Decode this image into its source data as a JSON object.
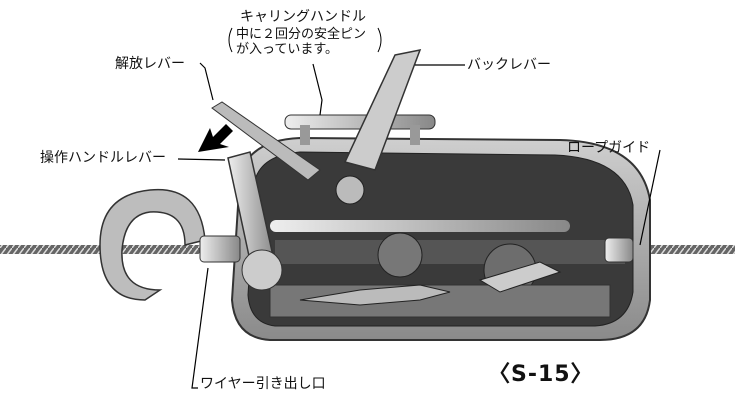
{
  "labels": {
    "carrying_handle": "キャリングハンドル",
    "carrying_handle_note_1": "中に２回分の安全ピン",
    "carrying_handle_note_2": "が入っています。",
    "release_lever": "解放レバー",
    "back_lever": "バックレバー",
    "operating_handle_lever": "操作ハンドルレバー",
    "rope_guide": "ロープガイド",
    "wire_outlet": "ワイヤー引き出し口"
  },
  "model": "〈S-15〉"
}
